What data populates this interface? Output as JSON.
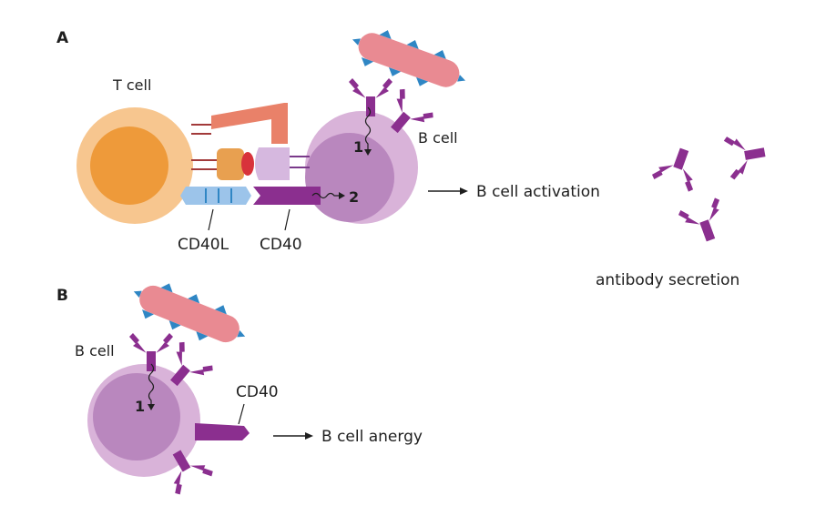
{
  "panel_a": {
    "letter": "A",
    "t_cell_label": "T cell",
    "b_cell_label": "B cell",
    "cd40l_label": "CD40L",
    "cd40_label": "CD40",
    "signal_1": "1",
    "signal_2": "2",
    "outcome": "B cell activation",
    "antibody_text": "antibody secretion"
  },
  "panel_b": {
    "letter": "B",
    "b_cell_label": "B cell",
    "cd40_label": "CD40",
    "signal_1": "1",
    "outcome": "B cell anergy"
  },
  "colors": {
    "t_cell_outer": "#f7c68f",
    "t_cell_nucleus": "#ee9a3a",
    "b_cell_outer": "#d9b3d9",
    "b_cell_nucleus": "#b987be",
    "antibody": "#8b2f8f",
    "antigen": "#e98a92",
    "antigen_epitope": "#2f86c4",
    "cd40l": "#9cc4ea",
    "tcr": "#e98169",
    "mhc": "#d6b8df",
    "costim": "#e8a050",
    "costim_red": "#d8333b"
  }
}
